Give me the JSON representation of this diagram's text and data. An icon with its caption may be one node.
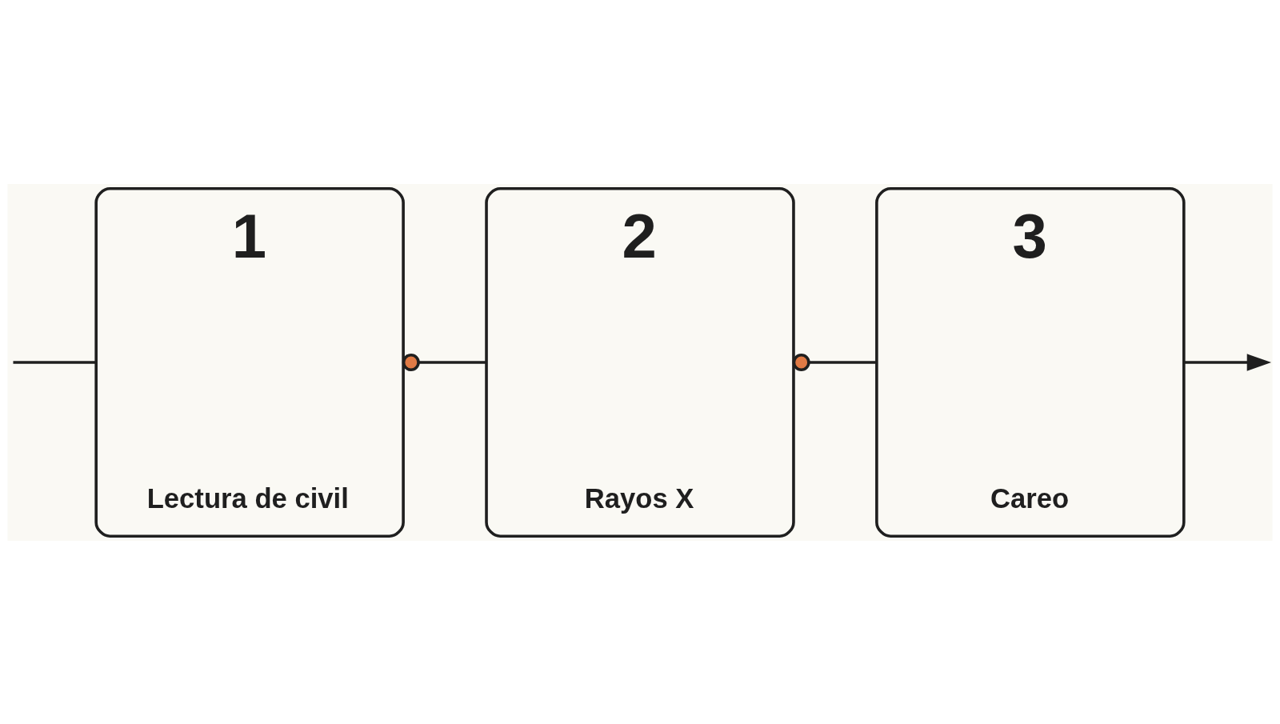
{
  "diagram": {
    "nodes": [
      {
        "text": [
          "1",
          "Lectura de civil"
        ]
      },
      {
        "text": [
          "2",
          "Rayos X"
        ]
      },
      {
        "text": [
          "3",
          "Careo"
        ]
      }
    ],
    "edges": [
      {
        "from": null,
        "to": 0,
        "arrow": "none"
      },
      {
        "from": 0,
        "to": 1,
        "arrow": "other"
      },
      {
        "from": 1,
        "to": 2,
        "arrow": "other"
      },
      {
        "from": 2,
        "to": null,
        "arrow": "to"
      }
    ]
  }
}
